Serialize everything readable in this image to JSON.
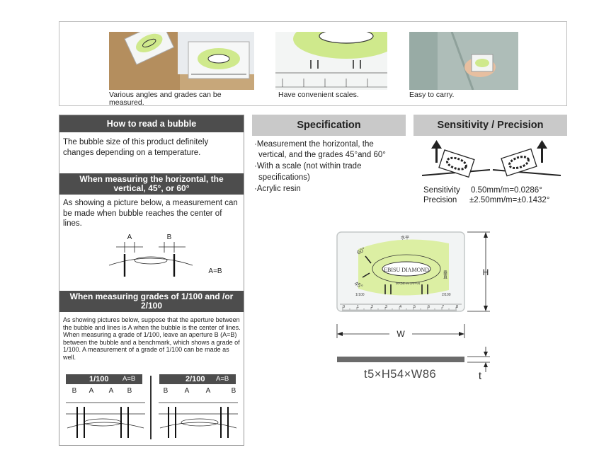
{
  "top_captions": {
    "angles": "Various angles and grades can be measured.",
    "scales": "Have convenient scales.",
    "carry": "Easy to carry."
  },
  "bubble": {
    "heading": "How to read a bubble",
    "intro": "The bubble size of this product definitely changes depending on a temperature.",
    "horizontal_heading": "When measuring the horizontal, the vertical, 45°, or 60°",
    "horizontal_text": "As showing a picture below, a measurement can be made when bubble reaches the center of lines.",
    "label_a": "A",
    "label_b": "B",
    "eq": "A=B",
    "grades_heading": "When measuring grades of 1/100 and /or 2/100",
    "grades_text": "As showing pictures below, suppose that the aperture between the bubble and lines is A when the bubble is the center of lines. When measuring a grade of 1/100, leave an aperture B (A=B) between the bubble and a benchmark, which shows a grade of 1/100. A measurement of a grade of 1/100 can be made as well.",
    "grade1": "1/100",
    "grade2": "2/100"
  },
  "specification": {
    "heading": "Specification",
    "line1": "·Measurement the horizontal, the",
    "line2": "vertical, and the grades 45°and 60°",
    "line3": "·With a scale (not within trade",
    "line4": "specifications)",
    "line5": "·Acrylic resin"
  },
  "sensitivity": {
    "heading": "Sensitivity / Precision",
    "sens_label": "Sensitivity",
    "sens_value": "0.50mm/m=0.0286°",
    "prec_label": "Precision",
    "prec_value": "±2.50mm/m=±0.1432°"
  },
  "product": {
    "brand": "EBISU DIAMOND",
    "made_in": "MADE IN JAPAN",
    "mark_60": "60°",
    "mark_45": "45°",
    "mark_suihei": "水平",
    "mark_suichoku": "垂直",
    "mark_1_100": "1/100",
    "mark_2_100": "2/100",
    "scale_nums": [
      "0",
      "1",
      "2",
      "3",
      "4",
      "5",
      "6",
      "7",
      "8"
    ],
    "dim_h": "H",
    "dim_w": "W",
    "dim_t": "t",
    "size": "t5×H54×W86"
  },
  "colors": {
    "bubble_green": "#dcefa3",
    "head_dark": "#4d4d4d",
    "head_grey": "#c9c9c9"
  }
}
